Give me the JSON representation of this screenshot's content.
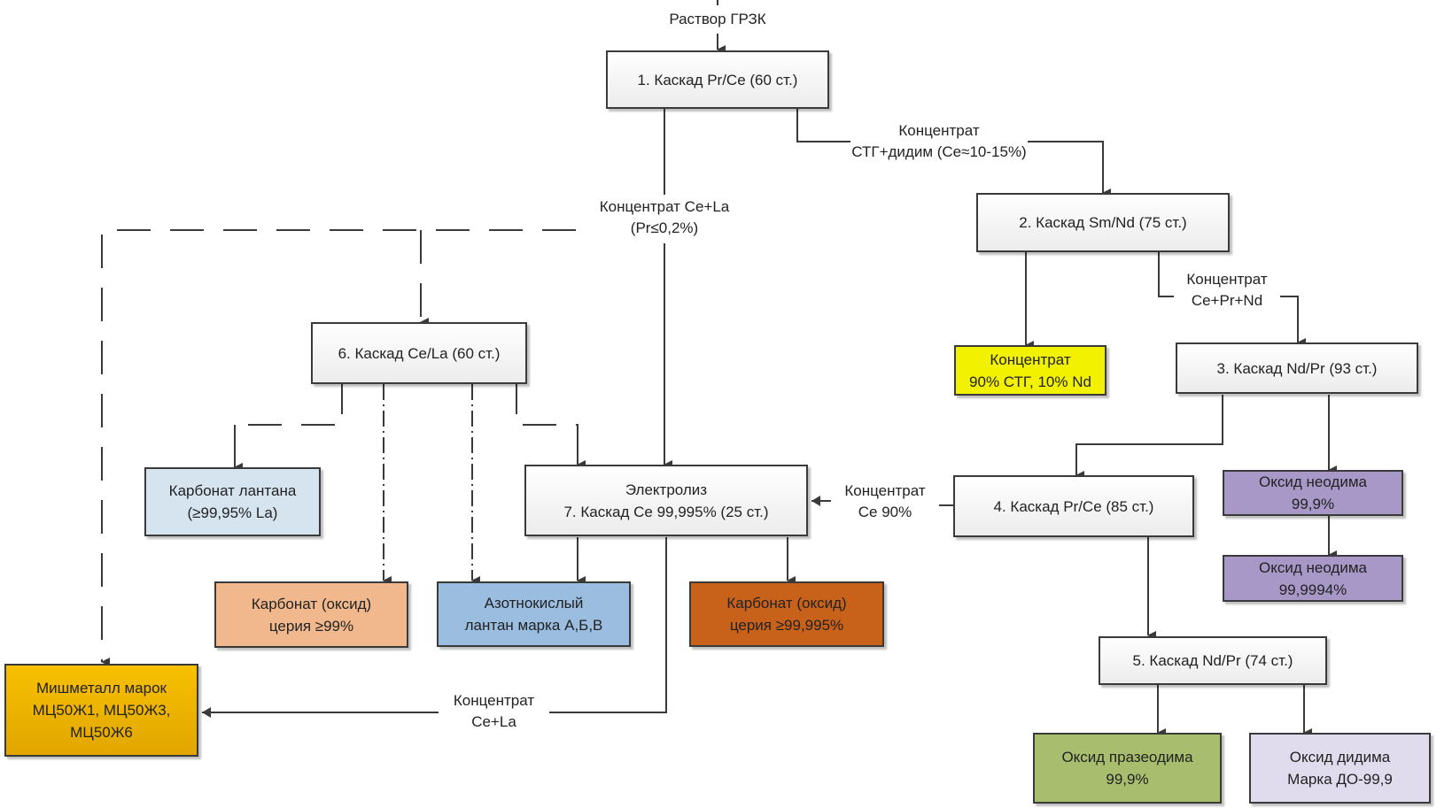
{
  "diagram": {
    "input_label": "Раствор ГРЗК",
    "nodes": {
      "c1": {
        "label": "1. Каскад Pr/Ce (60 ст.)",
        "type": "process"
      },
      "c2": {
        "label": "2. Каскад Sm/Nd (75 ст.)",
        "type": "process"
      },
      "c3": {
        "label": "3. Каскад Nd/Pr (93 ст.)",
        "type": "process"
      },
      "c4": {
        "label": "4. Каскад Pr/Ce (85 ст.)",
        "type": "process"
      },
      "c5": {
        "label": "5. Каскад Nd/Pr (74 ст.)",
        "type": "process"
      },
      "c6": {
        "label": "6. Каскад Ce/La (60 ст.)",
        "type": "process"
      },
      "c7": {
        "line1": "Электролиз",
        "line2": "7. Каскад Ce 99,995% (25 ст.)",
        "type": "process"
      },
      "p_stg": {
        "line1": "Концентрат",
        "line2": "90% СТГ, 10% Nd",
        "color": "#f2f200"
      },
      "p_la_carb": {
        "line1": "Карбонат лантана",
        "line2": "(≥99,95% La)",
        "color": "#d6e4f0"
      },
      "p_ce99": {
        "line1": "Карбонат (оксид)",
        "line2": "церия ≥99%",
        "color": "#f1b88e"
      },
      "p_la_nitr": {
        "line1": "Азотнокислый",
        "line2": "лантан марка А,Б,В",
        "color": "#9bbde0"
      },
      "p_ce99995": {
        "line1": "Карбонат (оксид)",
        "line2": "церия ≥99,995%",
        "color": "#c8621b"
      },
      "p_mish": {
        "line1": "Мишметалл марок",
        "line2": "МЦ50Ж1, МЦ50Ж3,",
        "line3": "МЦ50Ж6",
        "color": "#f2b400"
      },
      "p_nd999": {
        "line1": "Оксид неодима",
        "line2": "99,9%",
        "color": "#a898c8"
      },
      "p_nd9999": {
        "line1": "Оксид неодима",
        "line2": "99,9994%",
        "color": "#a898c8"
      },
      "p_pr": {
        "line1": "Оксид празеодима",
        "line2": "99,9%",
        "color": "#a9bd6e"
      },
      "p_did": {
        "line1": "Оксид дидима",
        "line2": "Марка ДО-99,9",
        "color": "#e0dcee"
      }
    },
    "edge_labels": {
      "stg_didim": {
        "line1": "Концентрат",
        "line2": "СТГ+дидим (Ce≈10-15%)"
      },
      "ce_la": {
        "line1": "Концентрат Ce+La",
        "line2": "(Pr≤0,2%)"
      },
      "ce_pr_nd": {
        "line1": "Концентрат",
        "line2": "Ce+Pr+Nd"
      },
      "ce90": {
        "line1": "Концентрат",
        "line2": "Ce 90%"
      },
      "ce_la_bottom": {
        "line1": "Концентрат",
        "line2": "Ce+La"
      }
    }
  }
}
